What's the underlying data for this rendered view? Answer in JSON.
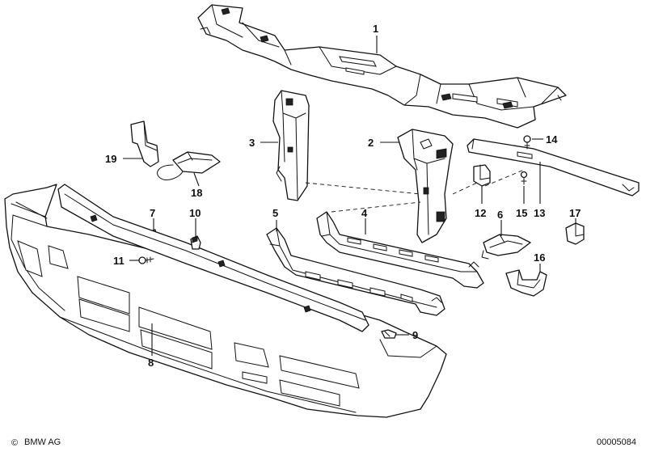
{
  "callouts": [
    "1",
    "2",
    "3",
    "4",
    "5",
    "6",
    "7",
    "8",
    "9",
    "10",
    "11",
    "12",
    "13",
    "14",
    "15",
    "16",
    "17",
    "18",
    "19"
  ],
  "footer": {
    "copyright_symbol": "©",
    "brand": "BMW AG",
    "diagram_number": "00005084"
  }
}
